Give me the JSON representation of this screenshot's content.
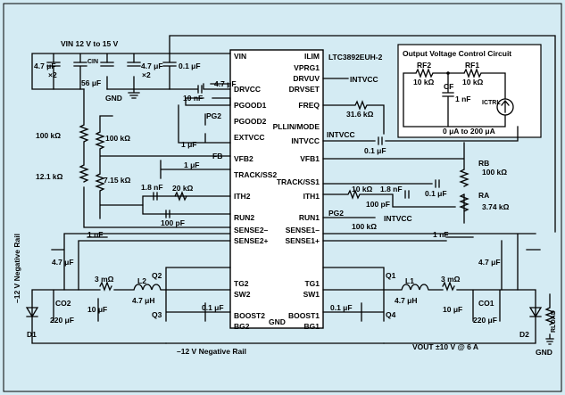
{
  "ic": {
    "part": "LTC3892EUH-2",
    "pins_left": [
      "VIN",
      "DRVCC",
      "PGOOD1",
      "PGOOD2",
      "EXTVCC",
      "VFB2",
      "TRACK/SS2",
      "ITH2",
      "RUN2",
      "SENSE2–",
      "SENSE2+",
      "TG2",
      "SW2",
      "BOOST2",
      "BG2"
    ],
    "pins_right": [
      "ILIM",
      "VPRG1",
      "DRVUV",
      "DRVSET",
      "FREQ",
      "PLLIN/MODE",
      "INTVCC",
      "VFB1",
      "TRACK/SS1",
      "ITH1",
      "RUN1",
      "SENSE1–",
      "SENSE1+",
      "TG1",
      "SW1",
      "BOOST1",
      "BG1"
    ],
    "pin_bottom": "GND"
  },
  "rails": {
    "vin": "VIN 12 V to 15 V",
    "neg_rail_side": "–12 V Negative Rail",
    "neg_rail_bottom": "–12 V Negative Rail",
    "vout": "VOUT ±10 V @ 6 A",
    "gnd_top": "GND",
    "gnd_bottom": "GND",
    "intvcc_1": "INTVCC",
    "intvcc_2": "INTVCC",
    "intvcc_3": "INTVCC"
  },
  "control_box": {
    "title": "Output Voltage Control Circuit",
    "rf2": "RF2",
    "rf2_val": "10 kΩ",
    "rf1": "RF1",
    "rf1_val": "10 kΩ",
    "cf": "CF",
    "cf_val": "1 nF",
    "ictrl": "ICTRL",
    "range": "0 μA to 200 μA"
  },
  "parts": {
    "c_in_a": "4.7 μF",
    "c_in_a2": "×2",
    "cin": "CIN",
    "cin_val": "56 μF",
    "c_in_b": "4.7 μF",
    "c_in_b2": "×2",
    "c_in_c": "0.1 μF",
    "c_drvcc": "4.7 μF",
    "c_pg": "10 nF",
    "pg2": "PG2",
    "c_extvcc": "1 μF",
    "fb": "FB",
    "r100k_a": "100 kΩ",
    "r100k_b": "100 kΩ",
    "r12k": "12.1 kΩ",
    "c_ss2": "1 μF",
    "r7k": "7.15 kΩ",
    "c_ith2a": "1.8 nF",
    "r_ith2": "20 kΩ",
    "c_ith2b": "100 pF",
    "r_freq": "31.6 kΩ",
    "c_intvcc": "0.1 μF",
    "rb": "RB",
    "rb_val": "100 kΩ",
    "ra": "RA",
    "ra_val": "3.74 kΩ",
    "c_ss1": "0.1 μF",
    "r_ith1": "10 kΩ",
    "c_ith1a": "1.8 nF",
    "c_ith1b": "100 pF",
    "pg2_b": "PG2",
    "r_run1": "100 kΩ",
    "c_sns2": "1 nF",
    "c_sns1": "1 nF",
    "c_47_l": "4.7 μF",
    "c_47_r": "4.7 μF",
    "q1": "Q1",
    "q2": "Q2",
    "q3": "Q3",
    "q4": "Q4",
    "r_sns2": "3 mΩ",
    "r_sns1": "3 mΩ",
    "l2": "L2",
    "l2_val": "4.7 μH",
    "l1": "L1",
    "l1_val": "4.7 μH",
    "c_10u_l": "10 μF",
    "c_10u_r": "10 μF",
    "co2": "CO2",
    "co2_val": "220 μF",
    "co1": "CO1",
    "co1_val": "220 μF",
    "c_boost2": "0.1 μF",
    "c_boost1": "0.1 μF",
    "d1": "D1",
    "d2": "D2",
    "rload": "RLOAD"
  }
}
